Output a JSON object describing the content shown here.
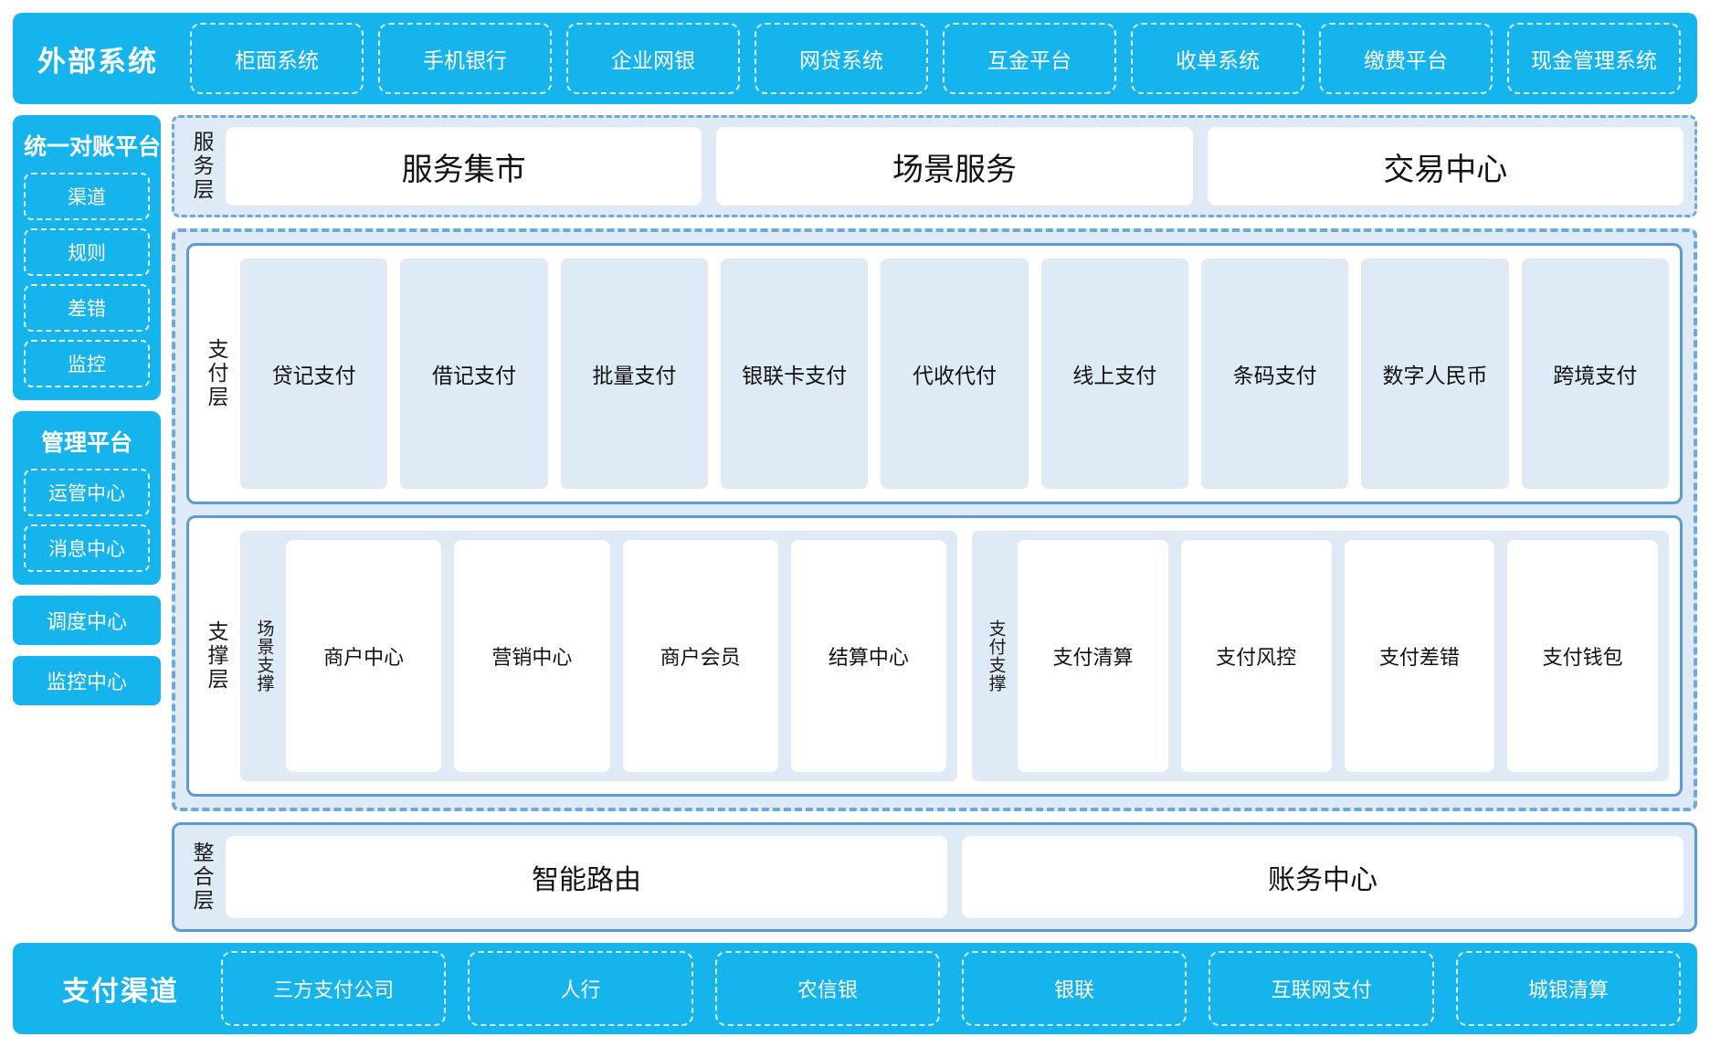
{
  "colors": {
    "brand_cyan": "#15B4ED",
    "dash_blue": "#6FA8DC",
    "border_blue": "#5B9BD5",
    "panel_fill": "#DEEAF6",
    "card_white": "#FFFFFF"
  },
  "external_systems": {
    "title": "外部系统",
    "items": [
      "柜面系统",
      "手机银行",
      "企业网银",
      "网贷系统",
      "互金平台",
      "收单系统",
      "缴费平台",
      "现金管理系统"
    ]
  },
  "rail": {
    "reconciliation_platform": {
      "title": "统一对账平台",
      "items": [
        "渠道",
        "规则",
        "差错",
        "监控"
      ]
    },
    "management_platform": {
      "title": "管理平台",
      "items": [
        "运管中心",
        "消息中心"
      ]
    },
    "standalone": [
      "调度中心",
      "监控中心"
    ]
  },
  "service_layer": {
    "label": "服务层",
    "cards": [
      "服务集市",
      "场景服务",
      "交易中心"
    ]
  },
  "payment_layer": {
    "label": "支付层",
    "tiles": [
      "贷记支付",
      "借记支付",
      "批量支付",
      "银联卡支付",
      "代收代付",
      "线上支付",
      "条码支付",
      "数字人民币",
      "跨境支付"
    ]
  },
  "support_layer": {
    "label": "支撑层",
    "groups": [
      {
        "label": "场景支撑",
        "cards": [
          "商户中心",
          "营销中心",
          "商户会员",
          "结算中心"
        ]
      },
      {
        "label": "支付支撑",
        "cards": [
          "支付清算",
          "支付风控",
          "支付差错",
          "支付钱包"
        ]
      }
    ]
  },
  "integration_layer": {
    "label": "整合层",
    "cards": [
      "智能路由",
      "账务中心"
    ]
  },
  "payment_channels": {
    "title": "支付渠道",
    "items": [
      "三方支付公司",
      "人行",
      "农信银",
      "银联",
      "互联网支付",
      "城银清算"
    ]
  }
}
